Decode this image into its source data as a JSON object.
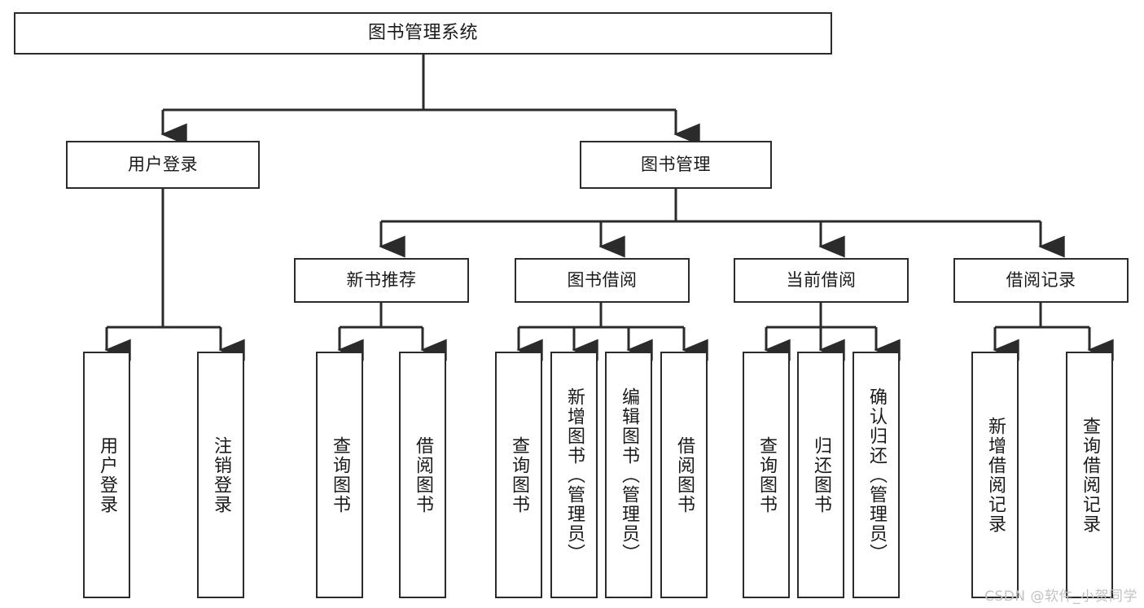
{
  "diagram": {
    "type": "tree-hierarchy",
    "title": "图书管理系统",
    "orientation": "top-down",
    "colors": {
      "line": "#2b2b2b",
      "box_border": "#2b2b2b",
      "box_fill": "#ffffff",
      "text": "#1a1a1a",
      "background": "#ffffff",
      "watermark": "#c2c2c2"
    },
    "root": {
      "label": "图书管理系统"
    },
    "level2": [
      {
        "label": "用户登录"
      },
      {
        "label": "图书管理"
      }
    ],
    "level3": [
      {
        "label": "新书推荐"
      },
      {
        "label": "图书借阅"
      },
      {
        "label": "当前借阅"
      },
      {
        "label": "借阅记录"
      }
    ],
    "leaves": {
      "user_login": [
        {
          "label": "用户登录"
        },
        {
          "label": "注销登录"
        }
      ],
      "new_book_recommend": [
        {
          "label": "查询图书"
        },
        {
          "label": "借阅图书"
        }
      ],
      "book_borrow": [
        {
          "label": "查询图书"
        },
        {
          "label": "新增图书（管理员）"
        },
        {
          "label": "编辑图书（管理员）"
        },
        {
          "label": "借阅图书"
        }
      ],
      "current_borrow": [
        {
          "label": "查询图书"
        },
        {
          "label": "归还图书"
        },
        {
          "label": "确认归还（管理员）"
        }
      ],
      "borrow_record": [
        {
          "label": "新增借阅记录"
        },
        {
          "label": "查询借阅记录"
        }
      ]
    },
    "watermark": "CSDN @软件_小贺同学"
  }
}
